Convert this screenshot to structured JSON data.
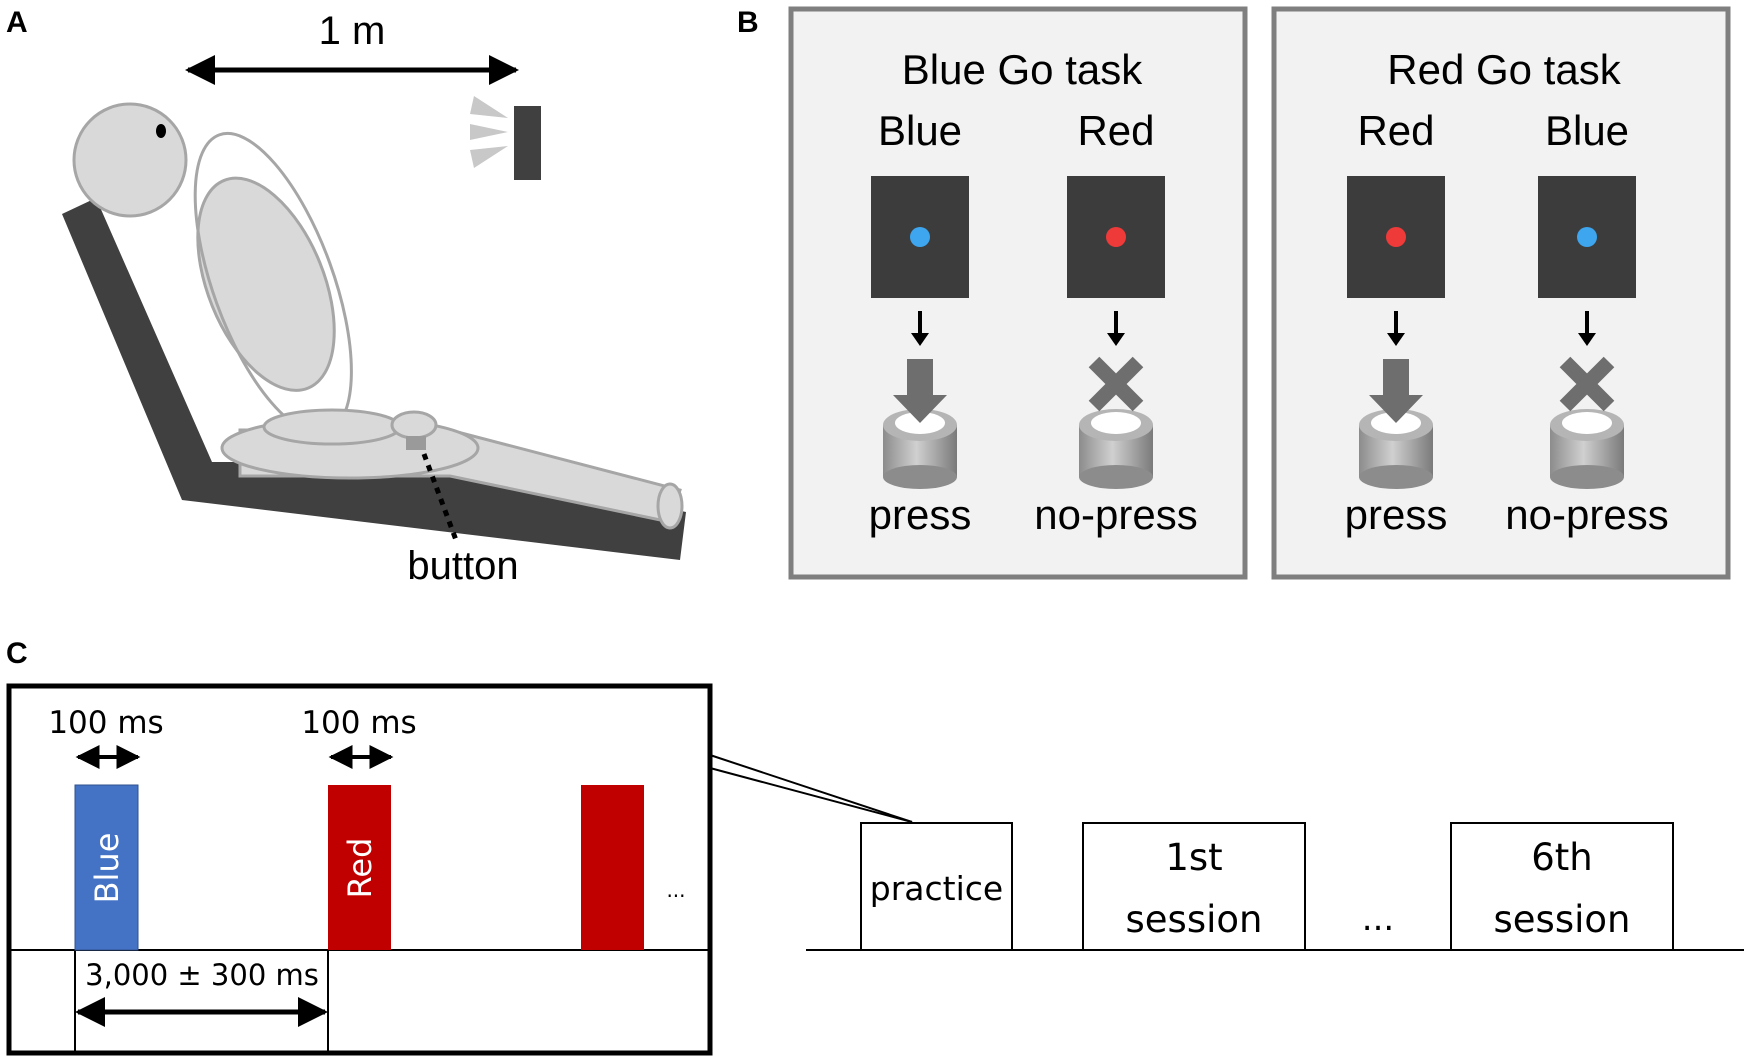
{
  "colors": {
    "blue_dot": "#3da6ef",
    "red_dot": "#ef3a3a",
    "stimulus_screen": "#3c3c3c",
    "panel_bg": "#f2f2f2",
    "panel_border": "#7f7f7f",
    "blue_bar": "#4472c4",
    "red_bar": "#c00000",
    "person_fill": "#d9d9d9",
    "person_stroke": "#a6a6a6",
    "chair": "#404040"
  },
  "panel_a": {
    "letter": "A",
    "distance_label": "1 m",
    "button_label": "button"
  },
  "panel_b": {
    "letter": "B",
    "tasks": [
      {
        "title": "Blue Go task",
        "columns": [
          {
            "stimulus": "Blue",
            "dot": "blue",
            "action": "press",
            "icon": "press-arrow-icon"
          },
          {
            "stimulus": "Red",
            "dot": "red",
            "action": "no-press",
            "icon": "no-press-x-icon"
          }
        ]
      },
      {
        "title": "Red Go task",
        "columns": [
          {
            "stimulus": "Red",
            "dot": "red",
            "action": "press",
            "icon": "press-arrow-icon"
          },
          {
            "stimulus": "Blue",
            "dot": "blue",
            "action": "no-press",
            "icon": "no-press-x-icon"
          }
        ]
      }
    ]
  },
  "panel_c": {
    "letter": "C",
    "durations": [
      "100 ms",
      "100 ms"
    ],
    "bars": [
      "Blue",
      "Red",
      ""
    ],
    "ellipsis": "...",
    "interval_label": "3,000 ± 300 ms",
    "sessions": [
      "practice",
      "1st\nsession",
      "6th\nsession"
    ],
    "sessions_lines": [
      [
        "practice"
      ],
      [
        "1st",
        "session"
      ],
      [
        "6th",
        "session"
      ]
    ],
    "session_ellipsis": "..."
  }
}
